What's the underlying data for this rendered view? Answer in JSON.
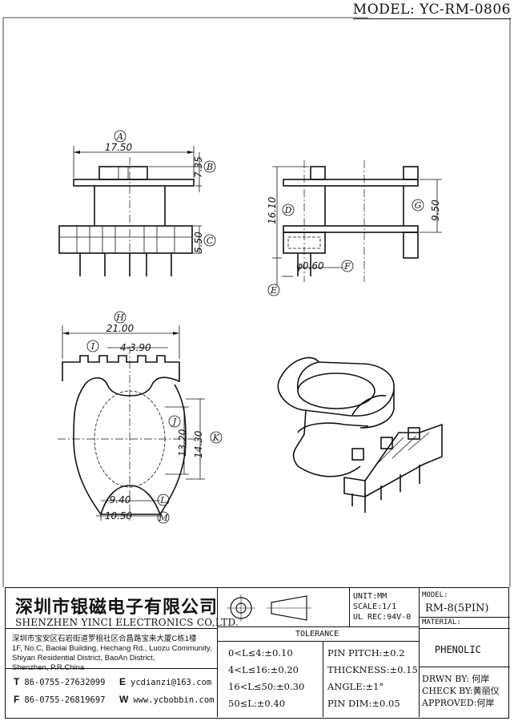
{
  "header": {
    "model_title": "MODEL: YC-RM-0806"
  },
  "dimensions": {
    "A": "A",
    "A_val": "17.50",
    "B": "B",
    "B_val": "7.35",
    "C": "C",
    "C_val": "5.50",
    "D": "D",
    "D_val": "16.10",
    "E": "E",
    "F": "F",
    "F_val": "φ0.60",
    "G": "G",
    "G_val": "9.50",
    "H": "H",
    "H_val": "21.00",
    "I": "I",
    "I_val": "4-3.90",
    "J": "J",
    "J_val": "13.20",
    "K": "K",
    "K_val": "14.30",
    "L": "L",
    "L_val": "9.40",
    "M": "M",
    "M_val": "10.50"
  },
  "company": {
    "name_cn": "深圳市银磁电子有限公司",
    "name_en": "SHENZHEN YINCI ELECTRONICS CO,LTD.",
    "address_cn": "深圳市宝安区石岩街道罗租社区合昌路宝来大厦C栋1楼",
    "address_en_1": "1F, No.C, Baolai Building, Hechang Rd., Luozu Community,",
    "address_en_2": "Shiyan Residential District, BaoAn District,",
    "address_en_3": "Shenzhen, P.R.China",
    "tel_label": "T",
    "tel": "86-0755-27632099",
    "fax_label": "F",
    "fax": "86-0755-26819697",
    "email_label": "E",
    "email": "ycdianzi@163.com",
    "web_label": "W",
    "web": "www.ycbobbin.com"
  },
  "specs": {
    "unit": "UNIT:MM",
    "scale": "SCALE:1/1",
    "ul": "UL REC:94V-0",
    "tolerance_header": "TOLERANCE",
    "tol1": "0<L≤4:±0.10",
    "tol2": "4<L≤16:±0.20",
    "tol3": "16<L≤50:±0.30",
    "tol4": "50≤L:±0.40",
    "pin_pitch": "PIN PITCH:±0.2",
    "thickness": "THICKNESS:±0.15",
    "angle": "ANGLE:±1°",
    "pin_dim": "PIN DIM:±0.05"
  },
  "model_block": {
    "model_label": "MODEL:",
    "model_value": "RM-8(5PIN)",
    "material_label": "MATERIAL:",
    "material_value": "PHENOLIC",
    "drawn": "DRWN BY: 何岸",
    "check": "CHECK BY:黄丽仪",
    "approved": "APPROVED:何岸"
  }
}
